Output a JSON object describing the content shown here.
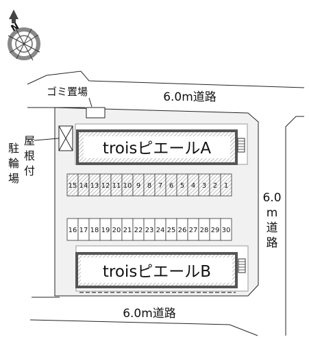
{
  "colors": {
    "lot": "#f1f1f1",
    "building_border": "#555555",
    "line": "#222222",
    "compass": "#888888"
  },
  "compass": {
    "north_label": "N"
  },
  "labels": {
    "garbage": "ゴミ置場",
    "road_top": "6.0m道路",
    "road_bottom": "6.0m道路",
    "road_right": [
      "6.0",
      "m",
      "道",
      "路"
    ],
    "bike_parking_col1": [
      "駐",
      "輪",
      "場"
    ],
    "bike_parking_col2": [
      "屋",
      "根",
      "付"
    ]
  },
  "buildings": {
    "a": {
      "name": "troisピエールA"
    },
    "b": {
      "name": "troisピエールB"
    }
  },
  "parking": {
    "row1": [
      "15",
      "14",
      "13",
      "12",
      "11",
      "10",
      "9",
      "8",
      "7",
      "6",
      "5",
      "4",
      "3",
      "2",
      "1"
    ],
    "row2": [
      "16",
      "17",
      "18",
      "19",
      "20",
      "21",
      "22",
      "23",
      "24",
      "25",
      "26",
      "27",
      "28",
      "29",
      "30"
    ]
  }
}
